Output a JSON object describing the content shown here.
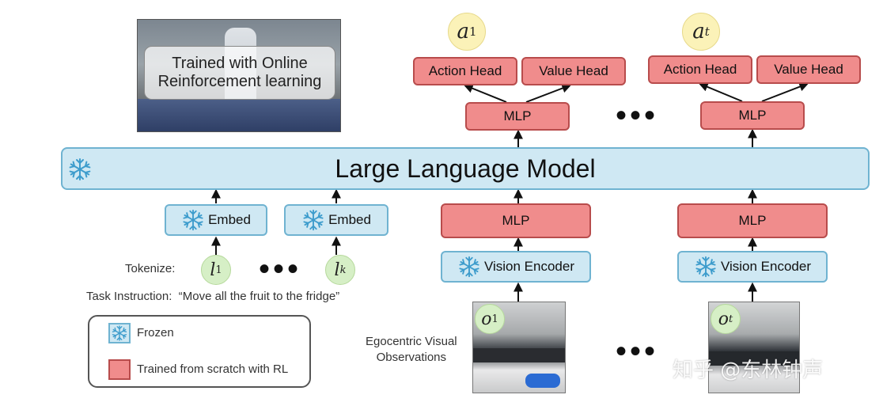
{
  "image_card": {
    "caption_line1": "Trained with Online",
    "caption_line2": "Reinforcement learning"
  },
  "llm": {
    "label": "Large Language Model"
  },
  "heads": {
    "left": {
      "action": "Action Head",
      "value": "Value Head",
      "mlp": "MLP",
      "output": "a",
      "output_sub": "1"
    },
    "right": {
      "action": "Action Head",
      "value": "Value Head",
      "mlp": "MLP",
      "output": "a",
      "output_sub": "t"
    }
  },
  "embeds": [
    "Embed",
    "Embed"
  ],
  "vision": {
    "left": {
      "mlp": "MLP",
      "encoder": "Vision Encoder",
      "obs": "o",
      "obs_sub": "1"
    },
    "right": {
      "mlp": "MLP",
      "encoder": "Vision Encoder",
      "obs": "o",
      "obs_sub": "t"
    }
  },
  "tokens": {
    "label": "Tokenize:",
    "first": "l",
    "first_sub": "1",
    "last": "l",
    "last_sub": "k"
  },
  "task": {
    "label": "Task Instruction:",
    "text": "“Move all the fruit to the fridge”"
  },
  "observations_label": {
    "line1": "Egocentric Visual",
    "line2": "Observations"
  },
  "legend": {
    "frozen": "Frozen",
    "trained": "Trained from scratch with RL"
  },
  "ellipsis": "•••",
  "watermark": "知乎 @东林钟声",
  "colors": {
    "frozen_fill": "#cfe8f3",
    "frozen_border": "#6fb3d1",
    "trained_fill": "#f08c8c",
    "trained_border": "#b84c4c",
    "action_circle": "#fbf2b8",
    "token_circle": "#d6efc6"
  }
}
